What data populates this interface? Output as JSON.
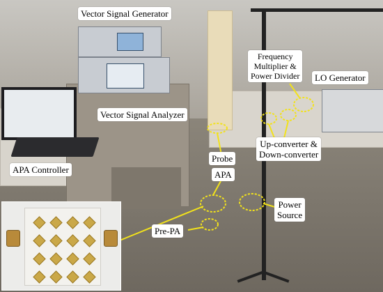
{
  "labels": {
    "vector_signal_generator": "Vector Signal Generator",
    "vector_signal_analyzer": "Vector Signal Analyzer",
    "frequency_multiplier_line1": "Frequency",
    "frequency_multiplier_line2": "Multiplier &",
    "frequency_multiplier_line3": "Power Divider",
    "lo_generator": "LO Generator",
    "up_converter_line1": "Up-converter &",
    "up_converter_line2": "Down-converter",
    "probe": "Probe",
    "apa": "APA",
    "apa_controller": "APA Controller",
    "power_source_line1": "Power",
    "power_source_line2": "Source",
    "pre_pa": "Pre-PA"
  },
  "colors": {
    "callout_line": "#f2e21b",
    "label_bg": "#ffffff",
    "label_text": "#000000"
  }
}
